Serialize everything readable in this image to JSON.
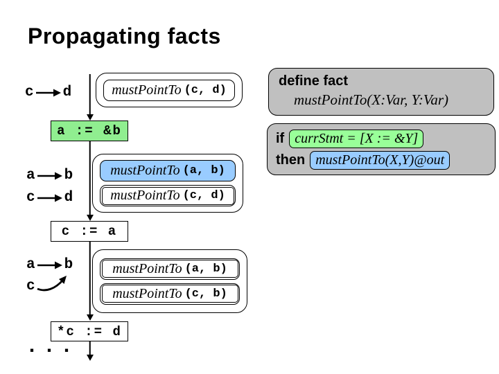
{
  "title": "Propagating facts",
  "colors": {
    "stmt_green": "#90EE90",
    "fact_blue": "#99CCFF",
    "rule_green": "#99FF99",
    "panel_gray": "#C0C0C0",
    "ink": "#000000"
  },
  "flow": {
    "statements": [
      {
        "text": "a := &b",
        "highlighted": true
      },
      {
        "text": "c := a",
        "highlighted": false
      },
      {
        "text": "*c := d",
        "highlighted": false
      }
    ],
    "ellipsis": "...",
    "groups": [
      {
        "labels": [
          {
            "from": "c",
            "to": "d"
          }
        ],
        "facts": [
          {
            "name": "mustPointTo",
            "args": "(c, d)",
            "variant": "plain"
          }
        ]
      },
      {
        "labels": [
          {
            "from": "a",
            "to": "b"
          },
          {
            "from": "c",
            "to": "d"
          }
        ],
        "facts": [
          {
            "name": "mustPointTo",
            "args": "(a, b)",
            "variant": "new"
          },
          {
            "name": "mustPointTo",
            "args": "(c, d)",
            "variant": "carried"
          }
        ]
      },
      {
        "labels": [
          {
            "from": "a",
            "to": "b"
          },
          {
            "from": "c",
            "curved": true
          }
        ],
        "facts": [
          {
            "name": "mustPointTo",
            "args": "(a, b)",
            "variant": "carried"
          },
          {
            "name": "mustPointTo",
            "args": "(c, b)",
            "variant": "carried"
          }
        ]
      }
    ]
  },
  "define_panel": {
    "keyword": "define fact",
    "signature": "mustPointTo(X:Var, Y:Var)"
  },
  "rule_panel": {
    "if_keyword": "if",
    "condition": "currStmt = [X := &Y]",
    "then_keyword": "then",
    "conclusion": "mustPointTo(X,Y)@out"
  }
}
